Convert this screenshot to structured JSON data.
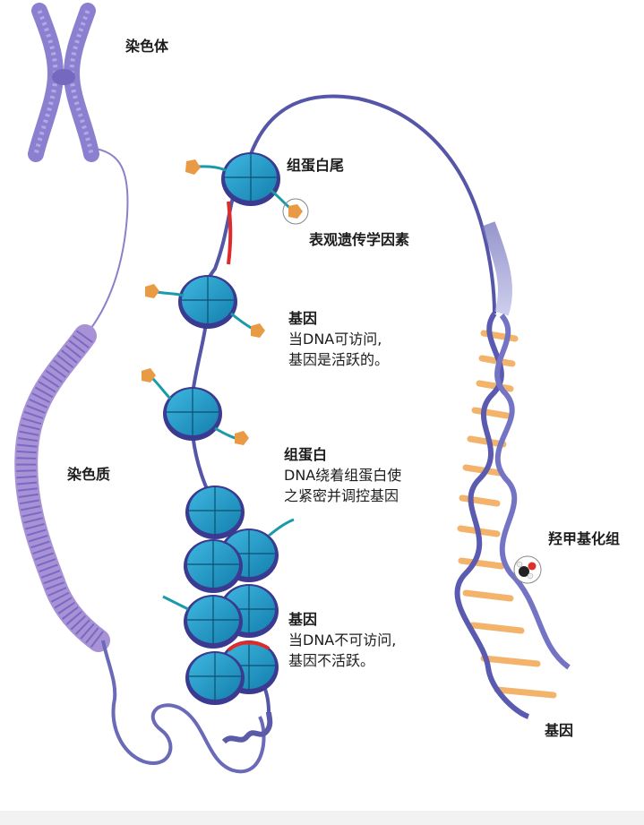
{
  "labels": {
    "chromosome": "染色体",
    "histone_tail": "组蛋白尾",
    "epigenetic_factor": "表观遗传学因素",
    "gene_accessible_title": "基因",
    "gene_accessible_line1": "当DNA可访问,",
    "gene_accessible_line2": "基因是活跃的。",
    "chromatin": "染色质",
    "histone_title": "组蛋白",
    "histone_line1": "DNA绕着组蛋白使",
    "histone_line2": "之紧密并调控基因",
    "methyl_group": "羟甲基化组",
    "gene_inaccessible_title": "基因",
    "gene_inaccessible_line1": "当DNA不可访问,",
    "gene_inaccessible_line2": "基因不活跃。",
    "gene_bottom": "基因"
  },
  "icons": {
    "chromosome": "chromosome-icon",
    "chromatin": "chromatin-coil",
    "nucleosome": "nucleosome-disc",
    "epigenetic": "epigenetic-tag-icon",
    "dna": "dna-double-helix",
    "methyl": "methyl-molecule-icon"
  },
  "colors": {
    "strand": "#6a6ab8",
    "strand_dark": "#45458f",
    "chromosome": "#8b7fd0",
    "chromatin": "#a792d6",
    "histone": "#1f93c6",
    "histone_edge": "#4b4ba0",
    "tail": "#1b9aaa",
    "tag": "#e89a44",
    "base_pair": "#f4b36a",
    "active_highlight": "#e02a2a"
  }
}
